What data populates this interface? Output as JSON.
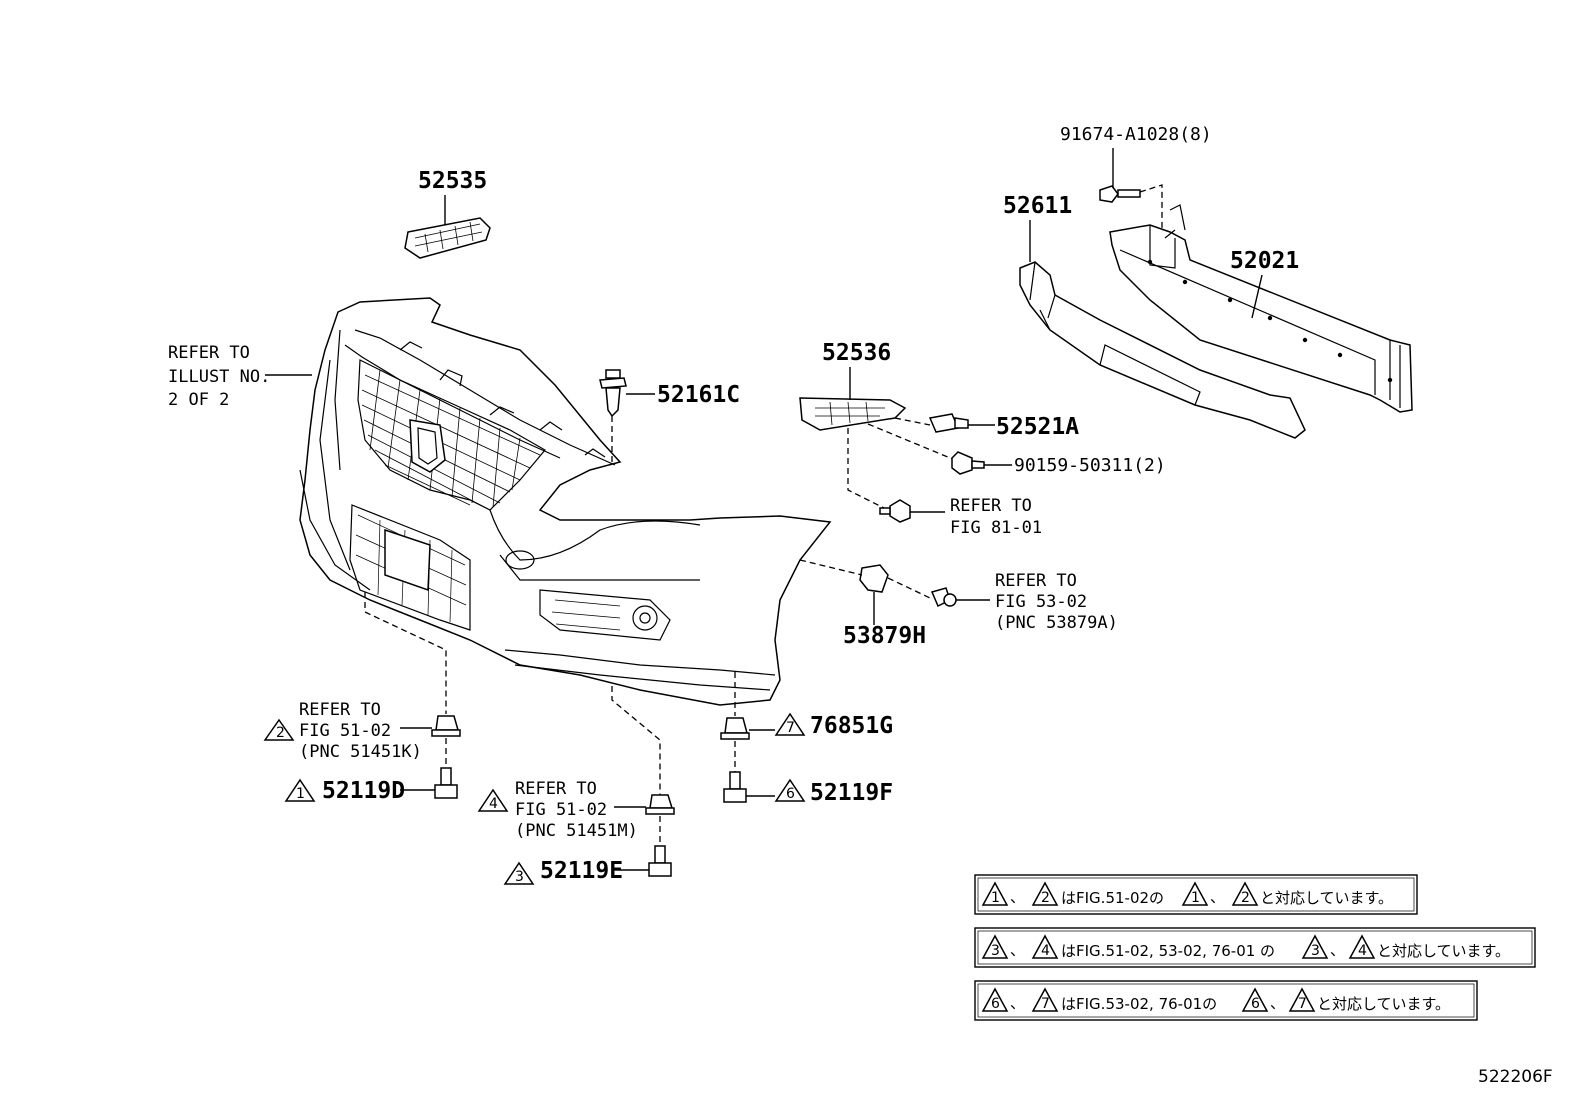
{
  "parts": {
    "p52535": "52535",
    "p52611": "52611",
    "p91674": "91674-A1028(8)",
    "p52021": "52021",
    "p52536": "52536",
    "p52161C": "52161C",
    "p52521A": "52521A",
    "p90159": "90159-50311(2)",
    "p53879H": "53879H",
    "p76851G": "76851G",
    "p52119F": "52119F",
    "p52119D": "52119D",
    "p52119E": "52119E"
  },
  "refs": {
    "illust": {
      "l1": "REFER TO",
      "l2": "ILLUST NO.",
      "l3": "2 OF 2"
    },
    "fig8101": {
      "l1": "REFER TO",
      "l2": "FIG 81-01"
    },
    "fig5302": {
      "l1": "REFER TO",
      "l2": "FIG 53-02",
      "l3": "(PNC 53879A)"
    },
    "fig5102k": {
      "l1": "REFER TO",
      "l2": "FIG 51-02",
      "l3": "(PNC 51451K)"
    },
    "fig5102m": {
      "l1": "REFER TO",
      "l2": "FIG 51-02",
      "l3": "(PNC 51451M)"
    }
  },
  "markers": {
    "m1": "1",
    "m2": "2",
    "m3": "3",
    "m4": "4",
    "m6": "6",
    "m7": "7"
  },
  "notes": {
    "n1": {
      "a": "1",
      "b": "2",
      "text": "はFIG.51-02の",
      "c": "1",
      "d": "2",
      "tail": "と対応しています。",
      "sep": "、"
    },
    "n2": {
      "a": "3",
      "b": "4",
      "text": "はFIG.51-02, 53-02, 76-01 の",
      "c": "3",
      "d": "4",
      "tail": "と対応しています。",
      "sep": "、"
    },
    "n3": {
      "a": "6",
      "b": "7",
      "text": "はFIG.53-02, 76-01の",
      "c": "6",
      "d": "7",
      "tail": "と対応しています。",
      "sep": "、"
    }
  },
  "figure_id": "522206F"
}
